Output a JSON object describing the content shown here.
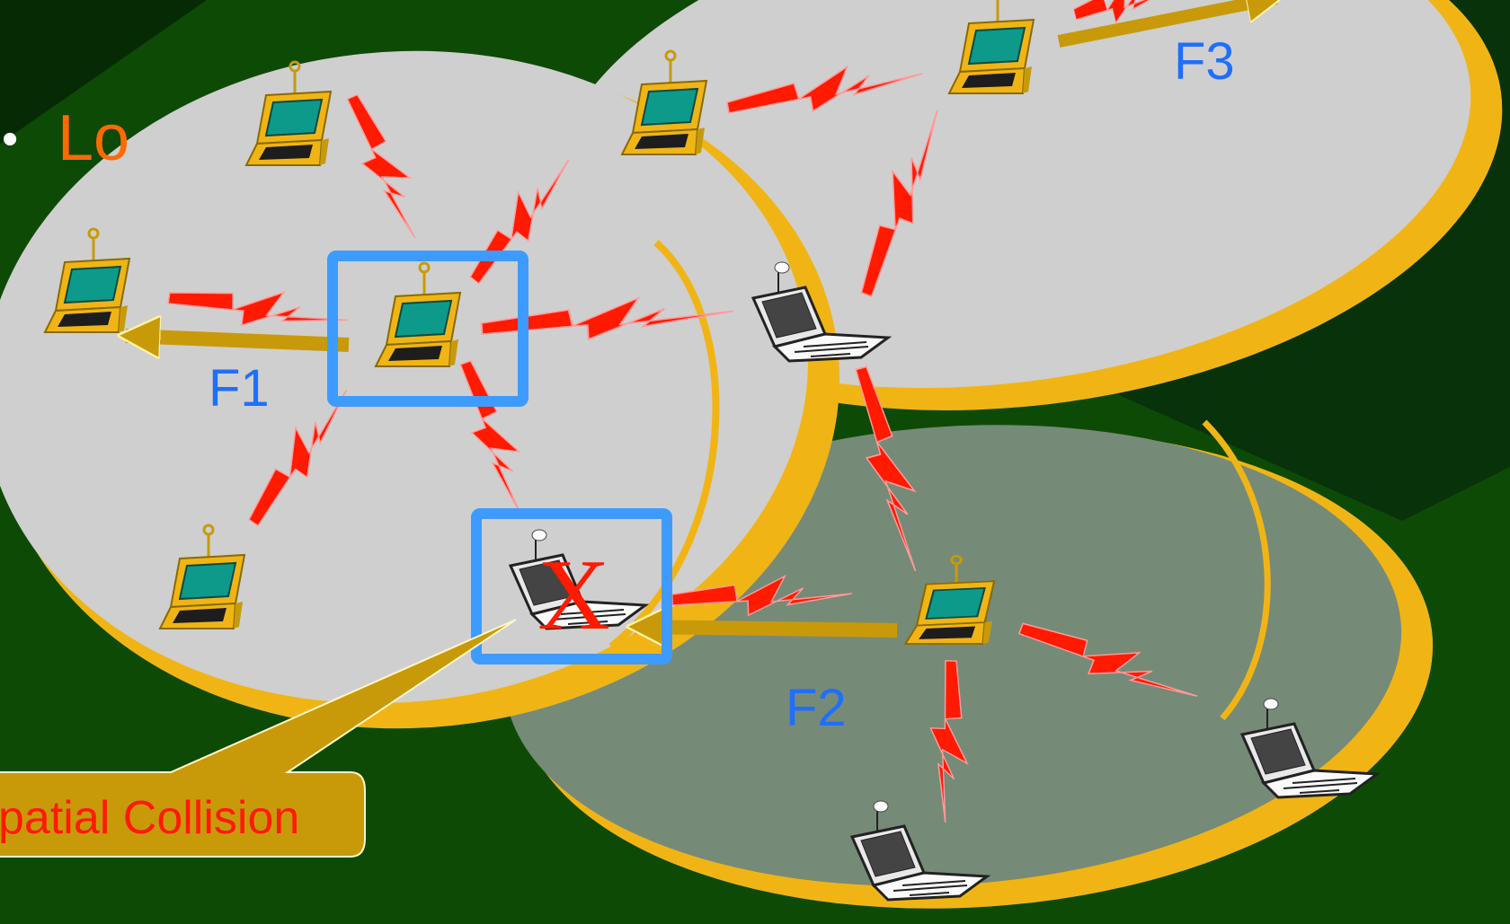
{
  "bullet": {
    "glyph": "•",
    "text": "Lo"
  },
  "flows": [
    {
      "id": "F1",
      "label": "F1"
    },
    {
      "id": "F2",
      "label": "F2"
    },
    {
      "id": "F3",
      "label": "F3"
    }
  ],
  "collision": {
    "mark": "X",
    "callout_text": "patial Collision"
  },
  "colors": {
    "background": "#0d4a06",
    "cell_light": "#cfcfcf",
    "cell_dark": "#768a78",
    "cell_rim": "#f0b515",
    "lightning": "#ff1a00",
    "arrow": "#c89a0a",
    "highlight": "#3d9bff",
    "flow_label": "#1e6fff",
    "callout_fill": "#c89a0a",
    "callout_text": "#ff1a00",
    "bullet_text": "#ff6a00"
  },
  "icons": {
    "station_active": "laptop-antenna-icon",
    "station_idle": "laptop-flag-icon",
    "link": "lightning-bolt-icon",
    "flow": "flow-arrow-icon"
  }
}
